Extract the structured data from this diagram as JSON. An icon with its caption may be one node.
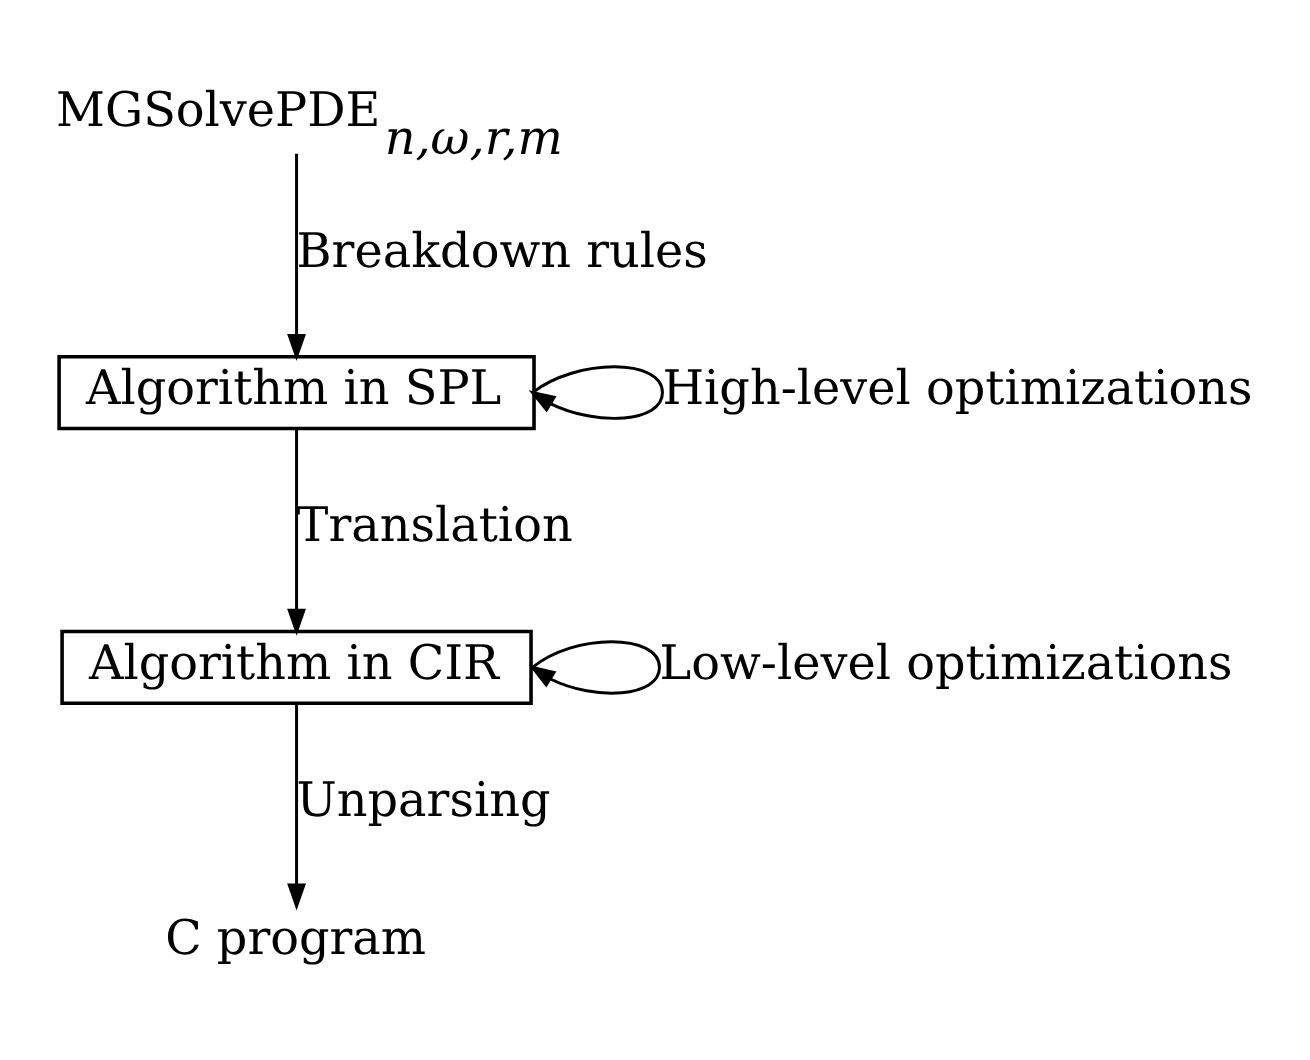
{
  "diagram": {
    "nodes": [
      {
        "text": [
          "MGSolvePDE$_{n,ω,r,m}$"
        ]
      },
      {
        "text": [
          "Algorithm in SPL"
        ]
      },
      {
        "text": [
          "Algorithm in CIR"
        ]
      },
      {
        "text": [
          "C program"
        ]
      }
    ],
    "edges": [
      {
        "from": 0,
        "to": 1,
        "arrow": "to",
        "label": "Breakdown rules"
      },
      {
        "from": 1,
        "to": 1,
        "arrow": "to",
        "label": "High-level optimizations"
      },
      {
        "from": 1,
        "to": 2,
        "arrow": "to",
        "label": "Translation"
      },
      {
        "from": 2,
        "to": 2,
        "arrow": "to",
        "label": "Low-level optimizations"
      },
      {
        "from": 2,
        "to": 3,
        "arrow": "to",
        "label": "Unparsing"
      }
    ]
  }
}
